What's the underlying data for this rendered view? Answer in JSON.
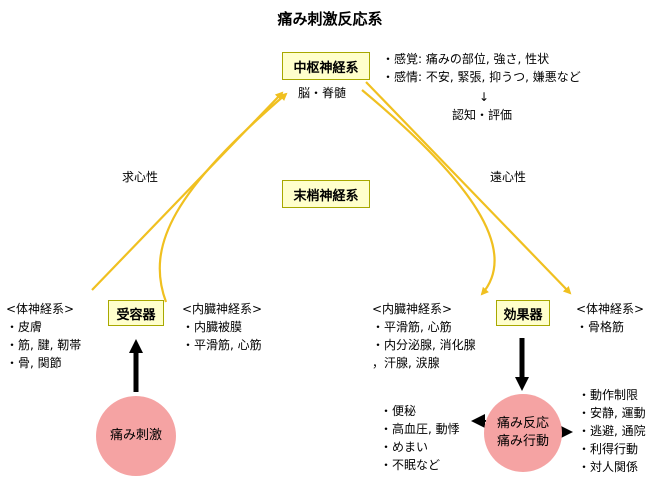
{
  "title": "痛み刺激反応系",
  "boxes": {
    "central": "中枢神経系",
    "peripheral": "末梢神経系",
    "receptor": "受容器",
    "effector": "効果器"
  },
  "labels": {
    "brain_spinal": "脳・脊髄",
    "afferent": "求心性",
    "efferent": "遠心性",
    "down_arrow": "↓",
    "cognition": "認知・評価"
  },
  "central_notes": [
    "・感覚:  痛みの部位, 強さ, 性状",
    "・感情:  不安, 緊張, 抑うつ, 嫌悪など"
  ],
  "left_somatic": {
    "header": "<体神経系>",
    "items": [
      "・皮膚",
      "・筋, 腱, 靭帯",
      "・骨, 関節"
    ]
  },
  "left_visceral": {
    "header": "<内臓神経系>",
    "items": [
      "・内臓被膜",
      "・平滑筋, 心筋"
    ]
  },
  "right_visceral": {
    "header": "<内臓神経系>",
    "items": [
      "・平滑筋, 心筋",
      "・内分泌腺, 消化腺",
      "，汗腺, 涙腺"
    ]
  },
  "right_somatic": {
    "header": "<体神経系>",
    "items": [
      "・骨格筋"
    ]
  },
  "stimulus": "痛み刺激",
  "response": {
    "line1": "痛み反応",
    "line2": "痛み行動"
  },
  "symptoms": [
    "・便秘",
    "・高血圧, 動悸",
    "・めまい",
    "・不眠など"
  ],
  "behaviors": [
    "・動作制限",
    "・安静, 運動",
    "・逃避, 通院",
    "・利得行動",
    "・対人関係"
  ],
  "colors": {
    "arrow_yellow": "#f0c020",
    "box_fill": "#ffffcc",
    "circle_fill": "#f5a3a3"
  }
}
